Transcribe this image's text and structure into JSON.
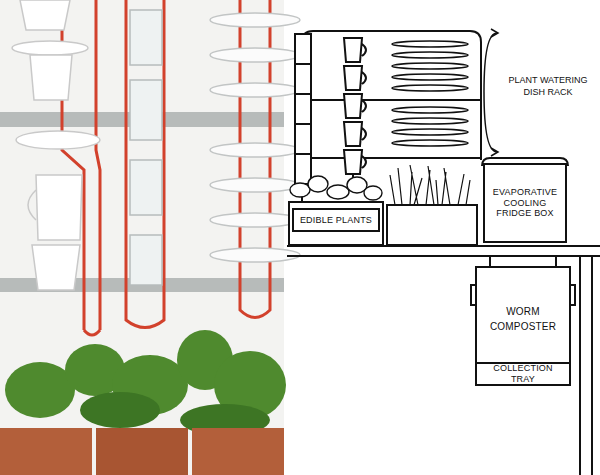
{
  "diagram": {
    "nodes": [
      {
        "text": [
          "EDIBLE PLANTS"
        ]
      },
      {
        "text": [
          "EVAPORATIVE COOLING FRIDGE BOX"
        ]
      },
      {
        "text": [
          "WORM COMPOSTER"
        ]
      },
      {
        "text": [
          "COLLECTION TRAY"
        ],
        "in": 2
      }
    ],
    "labels": [
      "PLANT WATERING DISH RACK"
    ]
  }
}
